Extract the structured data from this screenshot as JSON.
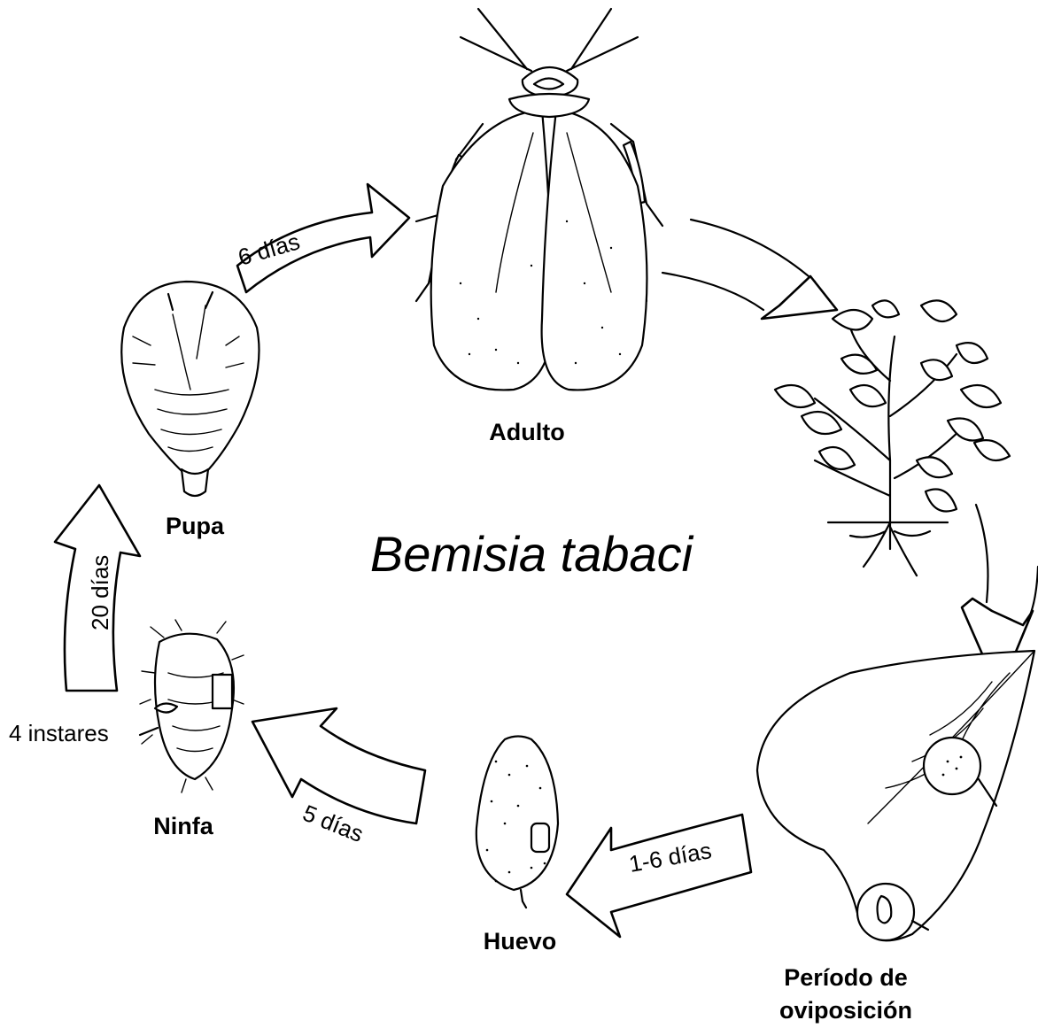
{
  "species_name": "Bemisia tabaci",
  "stages": {
    "adult": "Adulto",
    "oviposition_line1": "Período de",
    "oviposition_line2": "oviposición",
    "egg": "Huevo",
    "nymph": "Ninfa",
    "pupa": "Pupa"
  },
  "durations": {
    "pupa_to_adult": "6 días",
    "oviposition_to_egg": "1-6 días",
    "egg_to_nymph": "5 días",
    "nymph_to_pupa": "20 días",
    "nymph_instars": "4 instares"
  },
  "icons": [
    "whitefly-adult-icon",
    "host-plant-icon",
    "leaf-with-eggs-icon",
    "egg-icon",
    "nymph-icon",
    "pupa-icon"
  ],
  "colors": {
    "ink": "#000000",
    "paper": "#ffffff"
  }
}
